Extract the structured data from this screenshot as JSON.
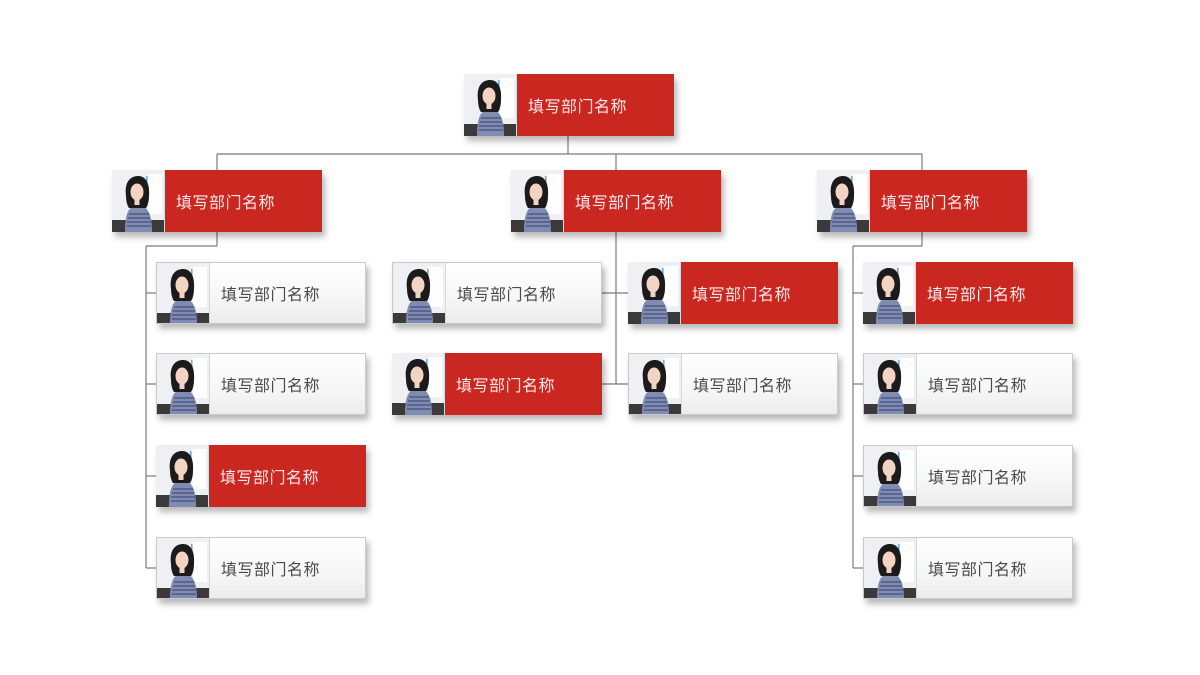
{
  "colors": {
    "accent": "#cb2721",
    "card_light": "#f6f6f6",
    "connector": "#7a7a7a",
    "label_on_accent": "#fbeaea",
    "label_on_light": "#4a4a4a"
  },
  "icons": {
    "photo": "person-photo-icon"
  },
  "root": {
    "label": "填写部门名称",
    "style": "red"
  },
  "departments": [
    {
      "label": "填写部门名称",
      "style": "red",
      "children": [
        {
          "label": "填写部门名称",
          "style": "white"
        },
        {
          "label": "填写部门名称",
          "style": "white"
        },
        {
          "label": "填写部门名称",
          "style": "red"
        },
        {
          "label": "填写部门名称",
          "style": "white"
        }
      ]
    },
    {
      "label": "填写部门名称",
      "style": "red",
      "children": [
        {
          "label": "填写部门名称",
          "style": "white"
        },
        {
          "label": "填写部门名称",
          "style": "red"
        },
        {
          "label": "填写部门名称",
          "style": "red"
        },
        {
          "label": "填写部门名称",
          "style": "white"
        }
      ]
    },
    {
      "label": "填写部门名称",
      "style": "red",
      "children": [
        {
          "label": "填写部门名称",
          "style": "red"
        },
        {
          "label": "填写部门名称",
          "style": "white"
        },
        {
          "label": "填写部门名称",
          "style": "white"
        },
        {
          "label": "填写部门名称",
          "style": "white"
        }
      ]
    }
  ]
}
